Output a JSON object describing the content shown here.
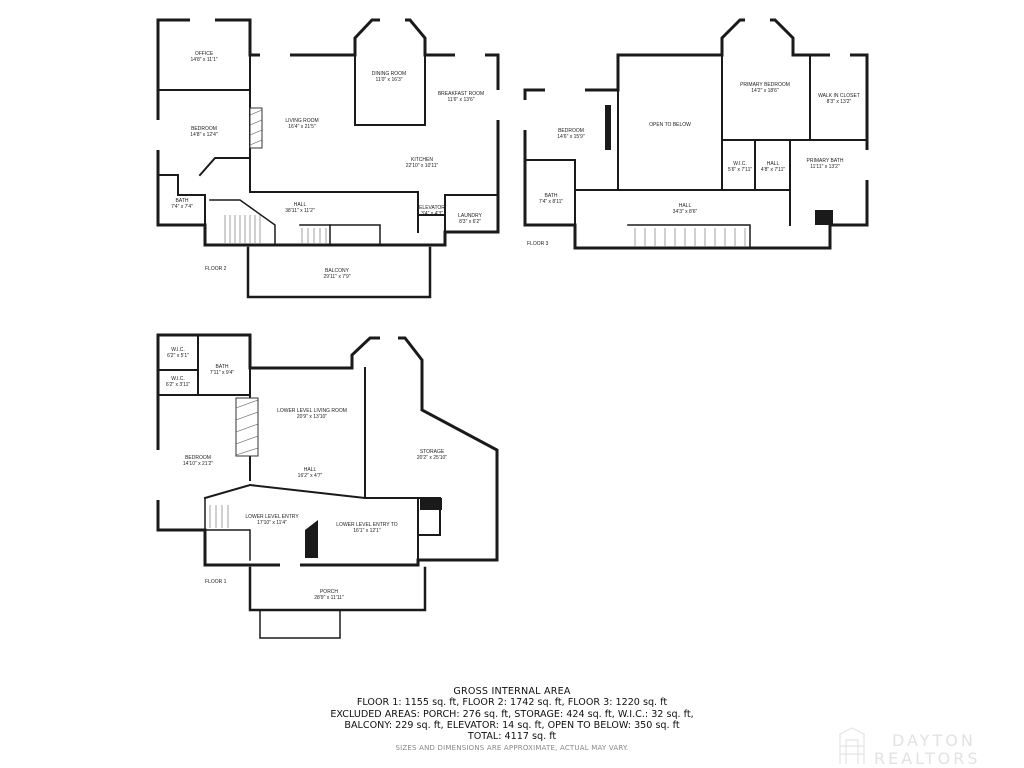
{
  "floors": {
    "floor2": {
      "label": "FLOOR 2",
      "rooms": {
        "office": {
          "name": "OFFICE",
          "dim": "14'8\" x 11'1\""
        },
        "bedroom": {
          "name": "BEDROOM",
          "dim": "14'8\" x 12'4\""
        },
        "bath": {
          "name": "BATH",
          "dim": "7'4\" x 7'4\""
        },
        "living": {
          "name": "LIVING ROOM",
          "dim": "16'4\" x 21'5\""
        },
        "dining": {
          "name": "DINING ROOM",
          "dim": "11'0\" x 16'3\""
        },
        "breakfast": {
          "name": "BREAKFAST ROOM",
          "dim": "11'6\" x 13'6\""
        },
        "kitchen": {
          "name": "KITCHEN",
          "dim": "22'10\" x 10'11\""
        },
        "hall": {
          "name": "HALL",
          "dim": "38'11\" x 11'2\""
        },
        "elevator": {
          "name": "ELEVATOR",
          "dim": "3'4\" x 4'3\""
        },
        "laundry": {
          "name": "LAUNDRY",
          "dim": "8'3\" x 6'2\""
        },
        "balcony": {
          "name": "BALCONY",
          "dim": "29'11\" x 7'9\""
        }
      }
    },
    "floor3": {
      "label": "FLOOR 3",
      "rooms": {
        "bedroom": {
          "name": "BEDROOM",
          "dim": "14'6\" x 15'9\""
        },
        "bath": {
          "name": "BATH",
          "dim": "7'4\" x 8'11\""
        },
        "open": {
          "name": "OPEN TO BELOW",
          "dim": ""
        },
        "primary_bedroom": {
          "name": "PRIMARY BEDROOM",
          "dim": "14'2\" x 18'6\""
        },
        "walkin": {
          "name": "WALK IN CLOSET",
          "dim": "8'3\" x 13'2\""
        },
        "wic": {
          "name": "W.I.C.",
          "dim": "5'6\" x 7'11\""
        },
        "hall_small": {
          "name": "HALL",
          "dim": "4'8\" x 7'11\""
        },
        "primary_bath": {
          "name": "PRIMARY BATH",
          "dim": "11'11\" x 13'2\""
        },
        "hall": {
          "name": "HALL",
          "dim": "34'3\" x 8'6\""
        }
      }
    },
    "floor1": {
      "label": "FLOOR 1",
      "rooms": {
        "wic1": {
          "name": "W.I.C.",
          "dim": "6'2\" x 5'1\""
        },
        "wic2": {
          "name": "W.I.C.",
          "dim": "6'2\" x 3'11\""
        },
        "bath": {
          "name": "BATH",
          "dim": "7'11\" x 9'4\""
        },
        "living": {
          "name": "LOWER LEVEL LIVING ROOM",
          "dim": "20'9\" x 13'10\""
        },
        "storage": {
          "name": "STORAGE",
          "dim": "20'2\" x 25'10\""
        },
        "bedroom": {
          "name": "BEDROOM",
          "dim": "14'10\" x 21'2\""
        },
        "hall": {
          "name": "HALL",
          "dim": "16'2\" x 4'7\""
        },
        "entry": {
          "name": "LOWER LEVEL ENTRY",
          "dim": "17'10\" x 11'4\""
        },
        "entry_to": {
          "name": "LOWER LEVEL ENTRY TO",
          "dim": "16'1\" x 12'1\""
        },
        "porch": {
          "name": "PORCH",
          "dim": "28'9\" x 11'11\""
        }
      }
    }
  },
  "gross_area": {
    "title": "GROSS INTERNAL AREA",
    "line1": "FLOOR 1: 1155 sq. ft, FLOOR 2: 1742 sq. ft, FLOOR 3: 1220 sq. ft",
    "line2": "EXCLUDED AREAS: PORCH: 276 sq. ft, STORAGE: 424 sq. ft, W.I.C.: 32 sq. ft,",
    "line3": "BALCONY: 229 sq. ft, ELEVATOR: 14 sq. ft, OPEN TO BELOW: 350 sq. ft",
    "total": "TOTAL: 4117 sq. ft",
    "note": "SIZES AND DIMENSIONS ARE APPROXIMATE, ACTUAL MAY VARY."
  },
  "watermark": {
    "line1": "DAYTON",
    "line2": "REALTORS"
  }
}
